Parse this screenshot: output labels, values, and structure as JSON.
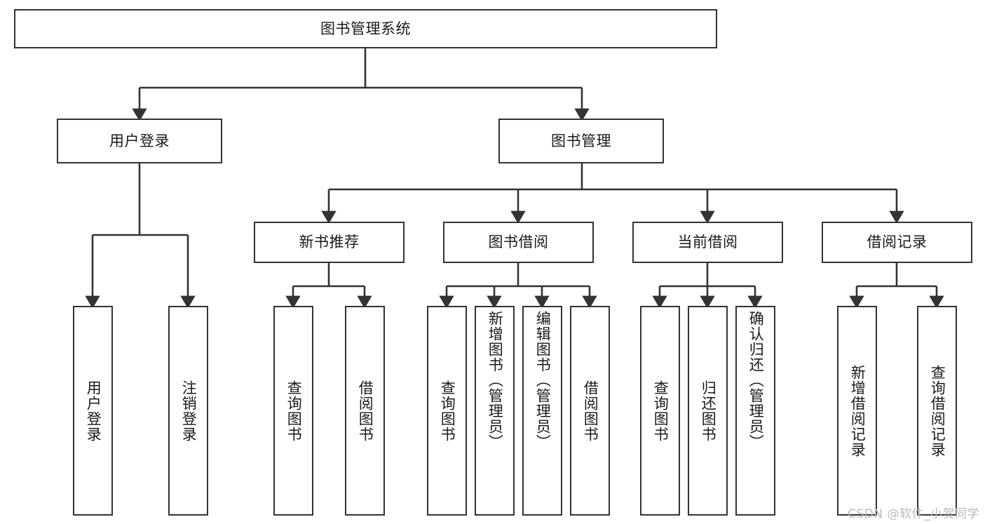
{
  "diagram": {
    "title": "图书管理系统",
    "type": "hierarchy-tree",
    "root": {
      "id": "root",
      "label": "图书管理系统",
      "orientation": "horizontal"
    },
    "level2": [
      {
        "id": "user-login",
        "label": "用户登录",
        "orientation": "horizontal"
      },
      {
        "id": "book-management",
        "label": "图书管理",
        "orientation": "horizontal"
      }
    ],
    "level3": [
      {
        "id": "new-book-recommend",
        "label": "新书推荐",
        "parent": "book-management",
        "orientation": "horizontal"
      },
      {
        "id": "book-borrow",
        "label": "图书借阅",
        "parent": "book-management",
        "orientation": "horizontal"
      },
      {
        "id": "current-borrow",
        "label": "当前借阅",
        "parent": "book-management",
        "orientation": "horizontal"
      },
      {
        "id": "borrow-record",
        "label": "借阅记录",
        "parent": "book-management",
        "orientation": "horizontal"
      }
    ],
    "leaves": [
      {
        "id": "leaf-user-login",
        "label": "用户登录",
        "parent": "user-login",
        "orientation": "vertical"
      },
      {
        "id": "leaf-logout",
        "label": "注销登录",
        "parent": "user-login",
        "orientation": "vertical"
      },
      {
        "id": "leaf-query-book-1",
        "label": "查询图书",
        "parent": "new-book-recommend",
        "orientation": "vertical"
      },
      {
        "id": "leaf-borrow-book-1",
        "label": "借阅图书",
        "parent": "new-book-recommend",
        "orientation": "vertical"
      },
      {
        "id": "leaf-query-book-2",
        "label": "查询图书",
        "parent": "book-borrow",
        "orientation": "vertical"
      },
      {
        "id": "leaf-add-book",
        "label": "新增图书（管理员）",
        "parent": "book-borrow",
        "orientation": "vertical"
      },
      {
        "id": "leaf-edit-book",
        "label": "编辑图书（管理员）",
        "parent": "book-borrow",
        "orientation": "vertical"
      },
      {
        "id": "leaf-borrow-book-2",
        "label": "借阅图书",
        "parent": "book-borrow",
        "orientation": "vertical"
      },
      {
        "id": "leaf-query-book-3",
        "label": "查询图书",
        "parent": "current-borrow",
        "orientation": "vertical"
      },
      {
        "id": "leaf-return-book",
        "label": "归还图书",
        "parent": "current-borrow",
        "orientation": "vertical"
      },
      {
        "id": "leaf-confirm-return",
        "label": "确认归还（管理员）",
        "parent": "current-borrow",
        "orientation": "vertical"
      },
      {
        "id": "leaf-add-record",
        "label": "新增借阅记录",
        "parent": "borrow-record",
        "orientation": "vertical"
      },
      {
        "id": "leaf-query-record",
        "label": "查询借阅记录",
        "parent": "borrow-record",
        "orientation": "vertical"
      }
    ],
    "watermark": "CSDN @软件_小贺同学",
    "colors": {
      "stroke": "#333333",
      "fill": "#ffffff",
      "text": "#1a1a1a",
      "watermark": "#b9b9b9"
    }
  }
}
